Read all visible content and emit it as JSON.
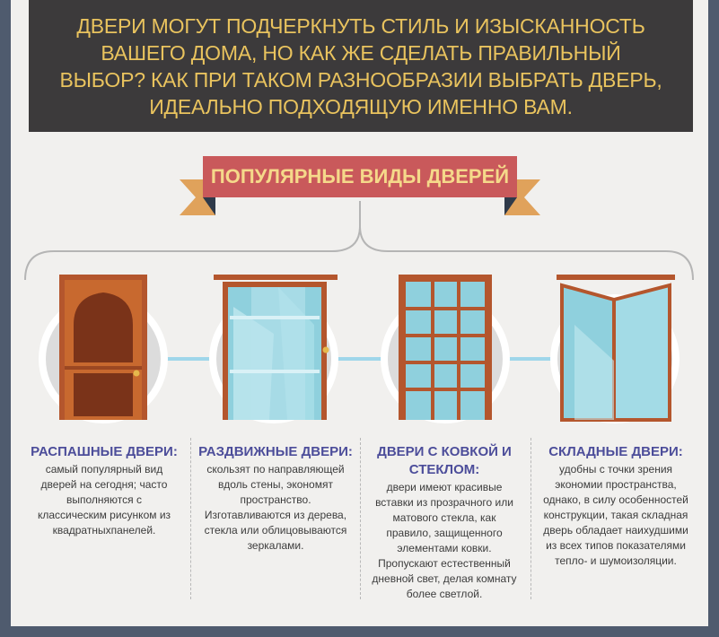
{
  "header": {
    "text": "ДВЕРИ МОГУТ ПОДЧЕРКНУТЬ СТИЛЬ И ИЗЫСКАННОСТЬ ВАШЕГО ДОМА, НО КАК ЖЕ СДЕЛАТЬ ПРАВИЛЬНЫЙ ВЫБОР? КАК ПРИ ТАКОМ РАЗНООБРАЗИИ ВЫБРАТЬ ДВЕРЬ, ИДЕАЛЬНО ПОДХОДЯЩУЮ ИМЕННО ВАМ."
  },
  "ribbon": {
    "title": "ПОПУЛЯРНЫЕ ВИДЫ ДВЕРЕЙ"
  },
  "doors": [
    {
      "title": "РАСПАШНЫЕ ДВЕРИ:",
      "description": "самый популярный вид дверей на сегодня; часто выполняются с классическим рисунком из квадратныхпанелей."
    },
    {
      "title": "РАЗДВИЖНЫЕ ДВЕРИ:",
      "description": "скользят по направляющей вдоль стены, экономят пространство. Изготавливаются из дерева, стекла или облицовываются зеркалами."
    },
    {
      "title": "ДВЕРИ С КОВКОЙ И СТЕКЛОМ:",
      "description": "двери имеют красивые вставки из прозрачного или матового стекла, как правило, защищенного элементами ковки. Пропускают естественный дневной свет, делая комнату более светлой."
    },
    {
      "title": "СКЛАДНЫЕ ДВЕРИ:",
      "description": "удобны с точки зрения экономии пространства, однако, в силу особенностей конструкции, такая складная дверь обладает наихудшими из всех типов показателями тепло- и шумоизоляции."
    }
  ],
  "colors": {
    "banner_bg": "#3c3a3b",
    "banner_text": "#e9c35e",
    "ribbon_bg": "#c9595b",
    "title_text": "#4c4d9a",
    "connector": "#9fd6ea"
  }
}
